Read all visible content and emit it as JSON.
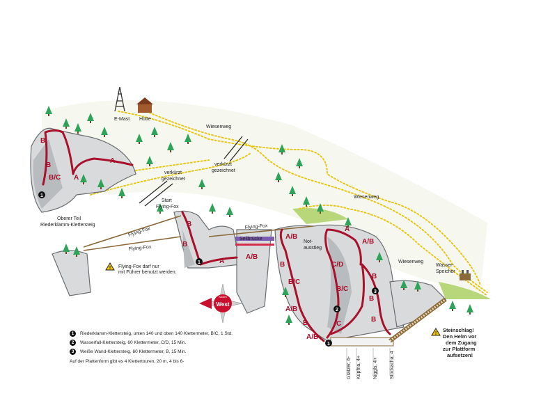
{
  "labels": {
    "e_mast": "E-Mast",
    "huette": "Hütte",
    "wiesenweg_1": "Wiesenweg",
    "wiesenweg_2": "Wiesenweg",
    "wiesenweg_3": "Wiesenweg",
    "verkuerzt_1_a": "verkürzt",
    "verkuerzt_1_b": "gezeichnet",
    "verkuerzt_2_a": "verkürzt",
    "verkuerzt_2_b": "gezeichnet",
    "start_a": "Start",
    "start_b": "Flying-Fox",
    "oberer_a": "Oberer Teil",
    "oberer_b": "Riederklamm-Klettersteig",
    "flyingfox_1": "Flying-Fox",
    "flyingfox_2": "Flying-Fox",
    "flyingfox_3": "Flying-Fox",
    "seilbruecke": "Seilbrücke",
    "notausstieg_a": "Not-",
    "notausstieg_b": "ausstieg",
    "wasser_a": "Wasser-",
    "wasser_b": "Speicher",
    "compass": "West",
    "compass_top": "Süden"
  },
  "warnings": {
    "flyingfox_a": "Flying-Fox darf nur",
    "flyingfox_b": "mit Führer benutzt werden.",
    "stein_a": "Steinschlag!",
    "stein_b": "Den Helm vor",
    "stein_c": "dem Zugang",
    "stein_d": "zur Plattform",
    "stein_e": "aufsetzen!"
  },
  "grades": {
    "g1": "B",
    "g2": "B",
    "g3": "B/C",
    "g4": "A",
    "g5": "A",
    "g6": "B",
    "g7": "B",
    "g8": "A",
    "g9": "A/B",
    "g10": "A/B",
    "g11": "B",
    "g12": "B/C",
    "g13": "A/B",
    "g14": "B",
    "g15": "A/B",
    "g16": "A",
    "g17": "C/D",
    "g18": "B/C",
    "g19": "C",
    "g20": "A/B",
    "g21": "B",
    "g22": "B",
    "g23": "B"
  },
  "markers": {
    "m1a": "1",
    "m1b": "1",
    "m1c": "1",
    "m2": "2",
    "m3": "3"
  },
  "climbs": {
    "c1": "Gratzer, 6-",
    "c2": "Kupfna, 4+",
    "c3": "Niggls, 4+",
    "c4": "Stockacha, 4"
  },
  "legend": {
    "r1_num": "1",
    "r1": "Riederklamm-Klettersteig, unten 140 und oben 140 Klettermeter, B/C, 1 Std.",
    "r2_num": "2",
    "r2": "Wasserfall-Klettersteig, 60 Klettermeter, C/D, 15 Min.",
    "r3_num": "3",
    "r3": "Weiße Wand-Klettersteig, 60 Klettermeter, B, 15 Min.",
    "note": "Auf der Plattenform gibt es 4 Klettertouren, 20 m, 4 bis 6-"
  },
  "colors": {
    "route": "#a8102b",
    "path": "#e8c619",
    "tree": "#2fa35a",
    "rock": "#d8dadc",
    "compass": "#c8102e"
  }
}
